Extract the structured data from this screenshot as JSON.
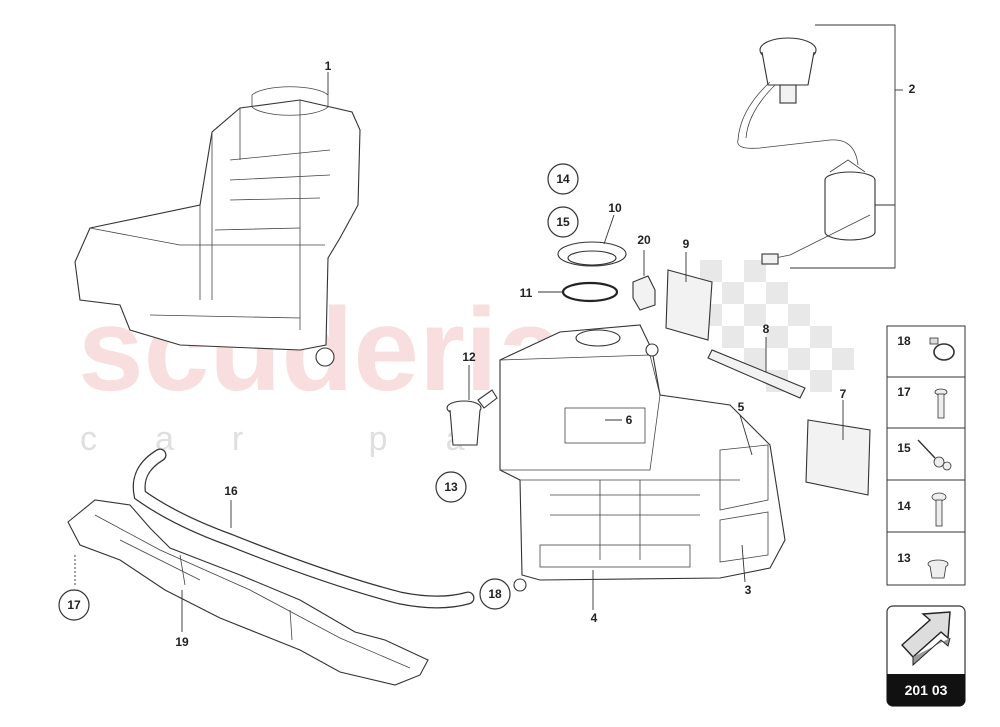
{
  "watermark": {
    "brand": "scuderia",
    "tagline": "car parts"
  },
  "callouts": {
    "c1": "1",
    "c2": "2",
    "c3": "3",
    "c4": "4",
    "c5": "5",
    "c6": "6",
    "c7": "7",
    "c8": "8",
    "c9": "9",
    "c10": "10",
    "c11": "11",
    "c12": "12",
    "c13": "13",
    "c14": "14",
    "c15": "15",
    "c16": "16",
    "c17": "17",
    "c18": "18",
    "c19": "19",
    "c20": "20"
  },
  "legend": {
    "items": [
      "18",
      "17",
      "15",
      "14",
      "13"
    ]
  },
  "reference": {
    "page": "201 03",
    "icon": "next-arrow-icon"
  },
  "colors": {
    "watermark": "#f3c4c4",
    "line": "#333333",
    "reference_bg": "#111111"
  }
}
